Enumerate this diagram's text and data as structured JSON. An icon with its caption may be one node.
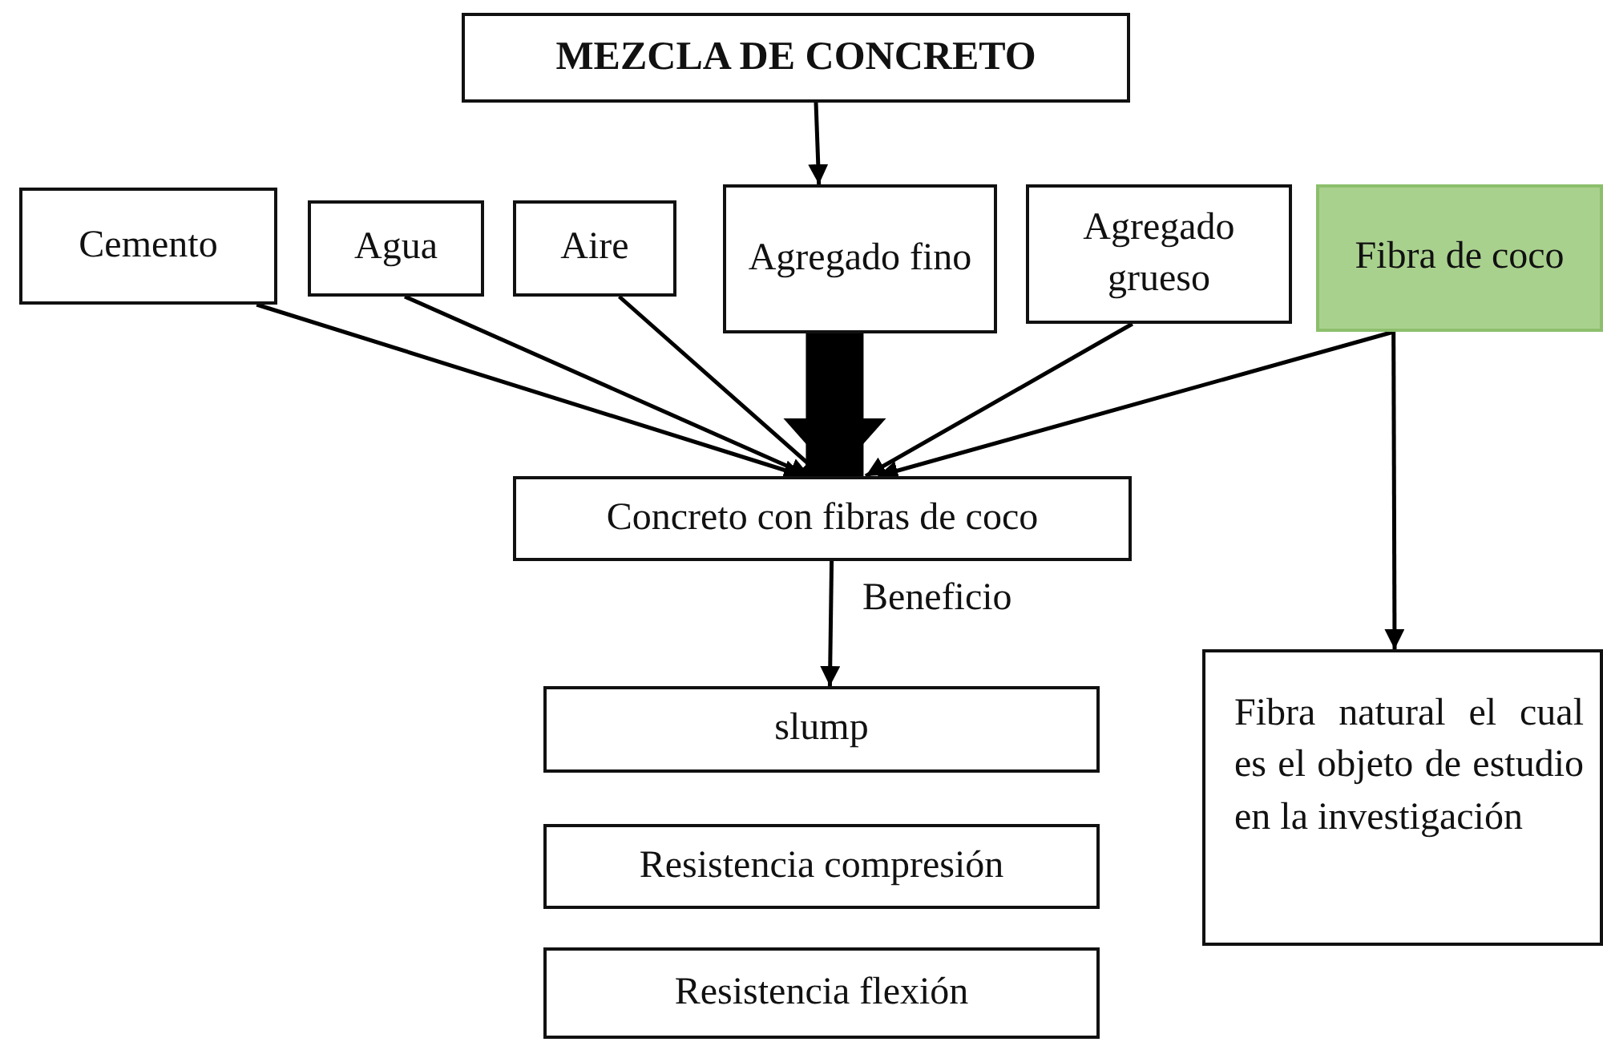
{
  "diagram": {
    "nodes": [
      {
        "text": [
          "MEZCLA DE CONCRETO"
        ]
      },
      {
        "text": [
          "Cemento"
        ]
      },
      {
        "text": [
          "Agua"
        ]
      },
      {
        "text": [
          "Aire"
        ]
      },
      {
        "text": [
          "Agregado fino"
        ]
      },
      {
        "text": [
          "Agregado grueso"
        ]
      },
      {
        "text": [
          "Fibra de coco"
        ]
      },
      {
        "text": [
          "Concreto con fibras de coco"
        ]
      },
      {
        "text": [
          "slump"
        ]
      },
      {
        "text": [
          "Resistencia compresión"
        ]
      },
      {
        "text": [
          "Resistencia flexión"
        ]
      },
      {
        "text": [
          "Fibra natural el cual es el objeto de estudio en la investigación"
        ]
      }
    ],
    "edges": [
      {
        "from": 0,
        "to": 4,
        "arrow": "to"
      },
      {
        "from": 1,
        "to": 7,
        "arrow": "to"
      },
      {
        "from": 2,
        "to": 7,
        "arrow": "to"
      },
      {
        "from": 3,
        "to": 7,
        "arrow": "to"
      },
      {
        "from": 4,
        "to": 7,
        "arrow": "to",
        "style": "thick"
      },
      {
        "from": 5,
        "to": 7,
        "arrow": "to"
      },
      {
        "from": 6,
        "to": 7,
        "arrow": "to"
      },
      {
        "from": 6,
        "to": 11,
        "arrow": "to"
      },
      {
        "from": 7,
        "to": 8,
        "arrow": "to",
        "label": "Beneficio"
      }
    ]
  }
}
